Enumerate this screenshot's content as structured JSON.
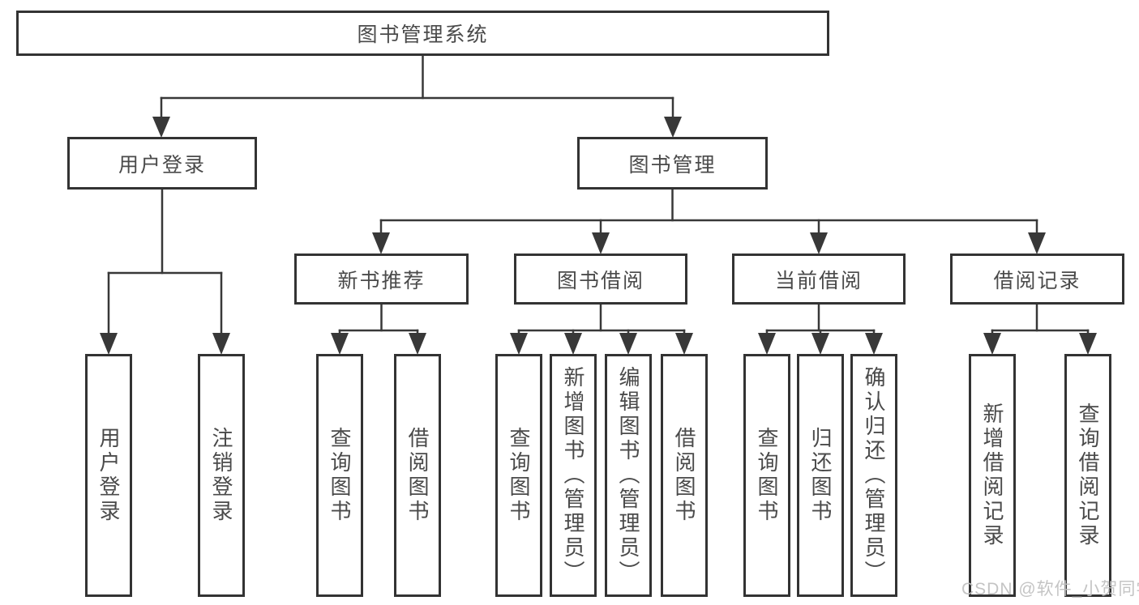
{
  "diagram": {
    "title_note": "library management system structure chart",
    "colors": {
      "line": "#383838",
      "box_border": "#333333",
      "text": "#4a4a4a",
      "watermark": "#c1c1c1",
      "background": "#ffffff"
    },
    "root": {
      "label": "图书管理系统"
    },
    "level2": [
      {
        "label": "用户登录"
      },
      {
        "label": "图书管理"
      }
    ],
    "level3": [
      {
        "label": "新书推荐",
        "parent": "图书管理"
      },
      {
        "label": "图书借阅",
        "parent": "图书管理"
      },
      {
        "label": "当前借阅",
        "parent": "图书管理"
      },
      {
        "label": "借阅记录",
        "parent": "图书管理"
      }
    ],
    "leaves": [
      {
        "label": "用户登录",
        "parent": "用户登录"
      },
      {
        "label": "注销登录",
        "parent": "用户登录"
      },
      {
        "label": "查询图书",
        "parent": "新书推荐"
      },
      {
        "label": "借阅图书",
        "parent": "新书推荐"
      },
      {
        "label": "查询图书",
        "parent": "图书借阅"
      },
      {
        "label": "新增图书（管理员）",
        "parent": "图书借阅"
      },
      {
        "label": "编辑图书（管理员）",
        "parent": "图书借阅"
      },
      {
        "label": "借阅图书",
        "parent": "图书借阅"
      },
      {
        "label": "查询图书",
        "parent": "当前借阅"
      },
      {
        "label": "归还图书",
        "parent": "当前借阅"
      },
      {
        "label": "确认归还（管理员）",
        "parent": "当前借阅"
      },
      {
        "label": "新增借阅记录",
        "parent": "借阅记录"
      },
      {
        "label": "查询借阅记录",
        "parent": "借阅记录"
      }
    ],
    "watermark": "CSDN @软件_小贺同学"
  }
}
